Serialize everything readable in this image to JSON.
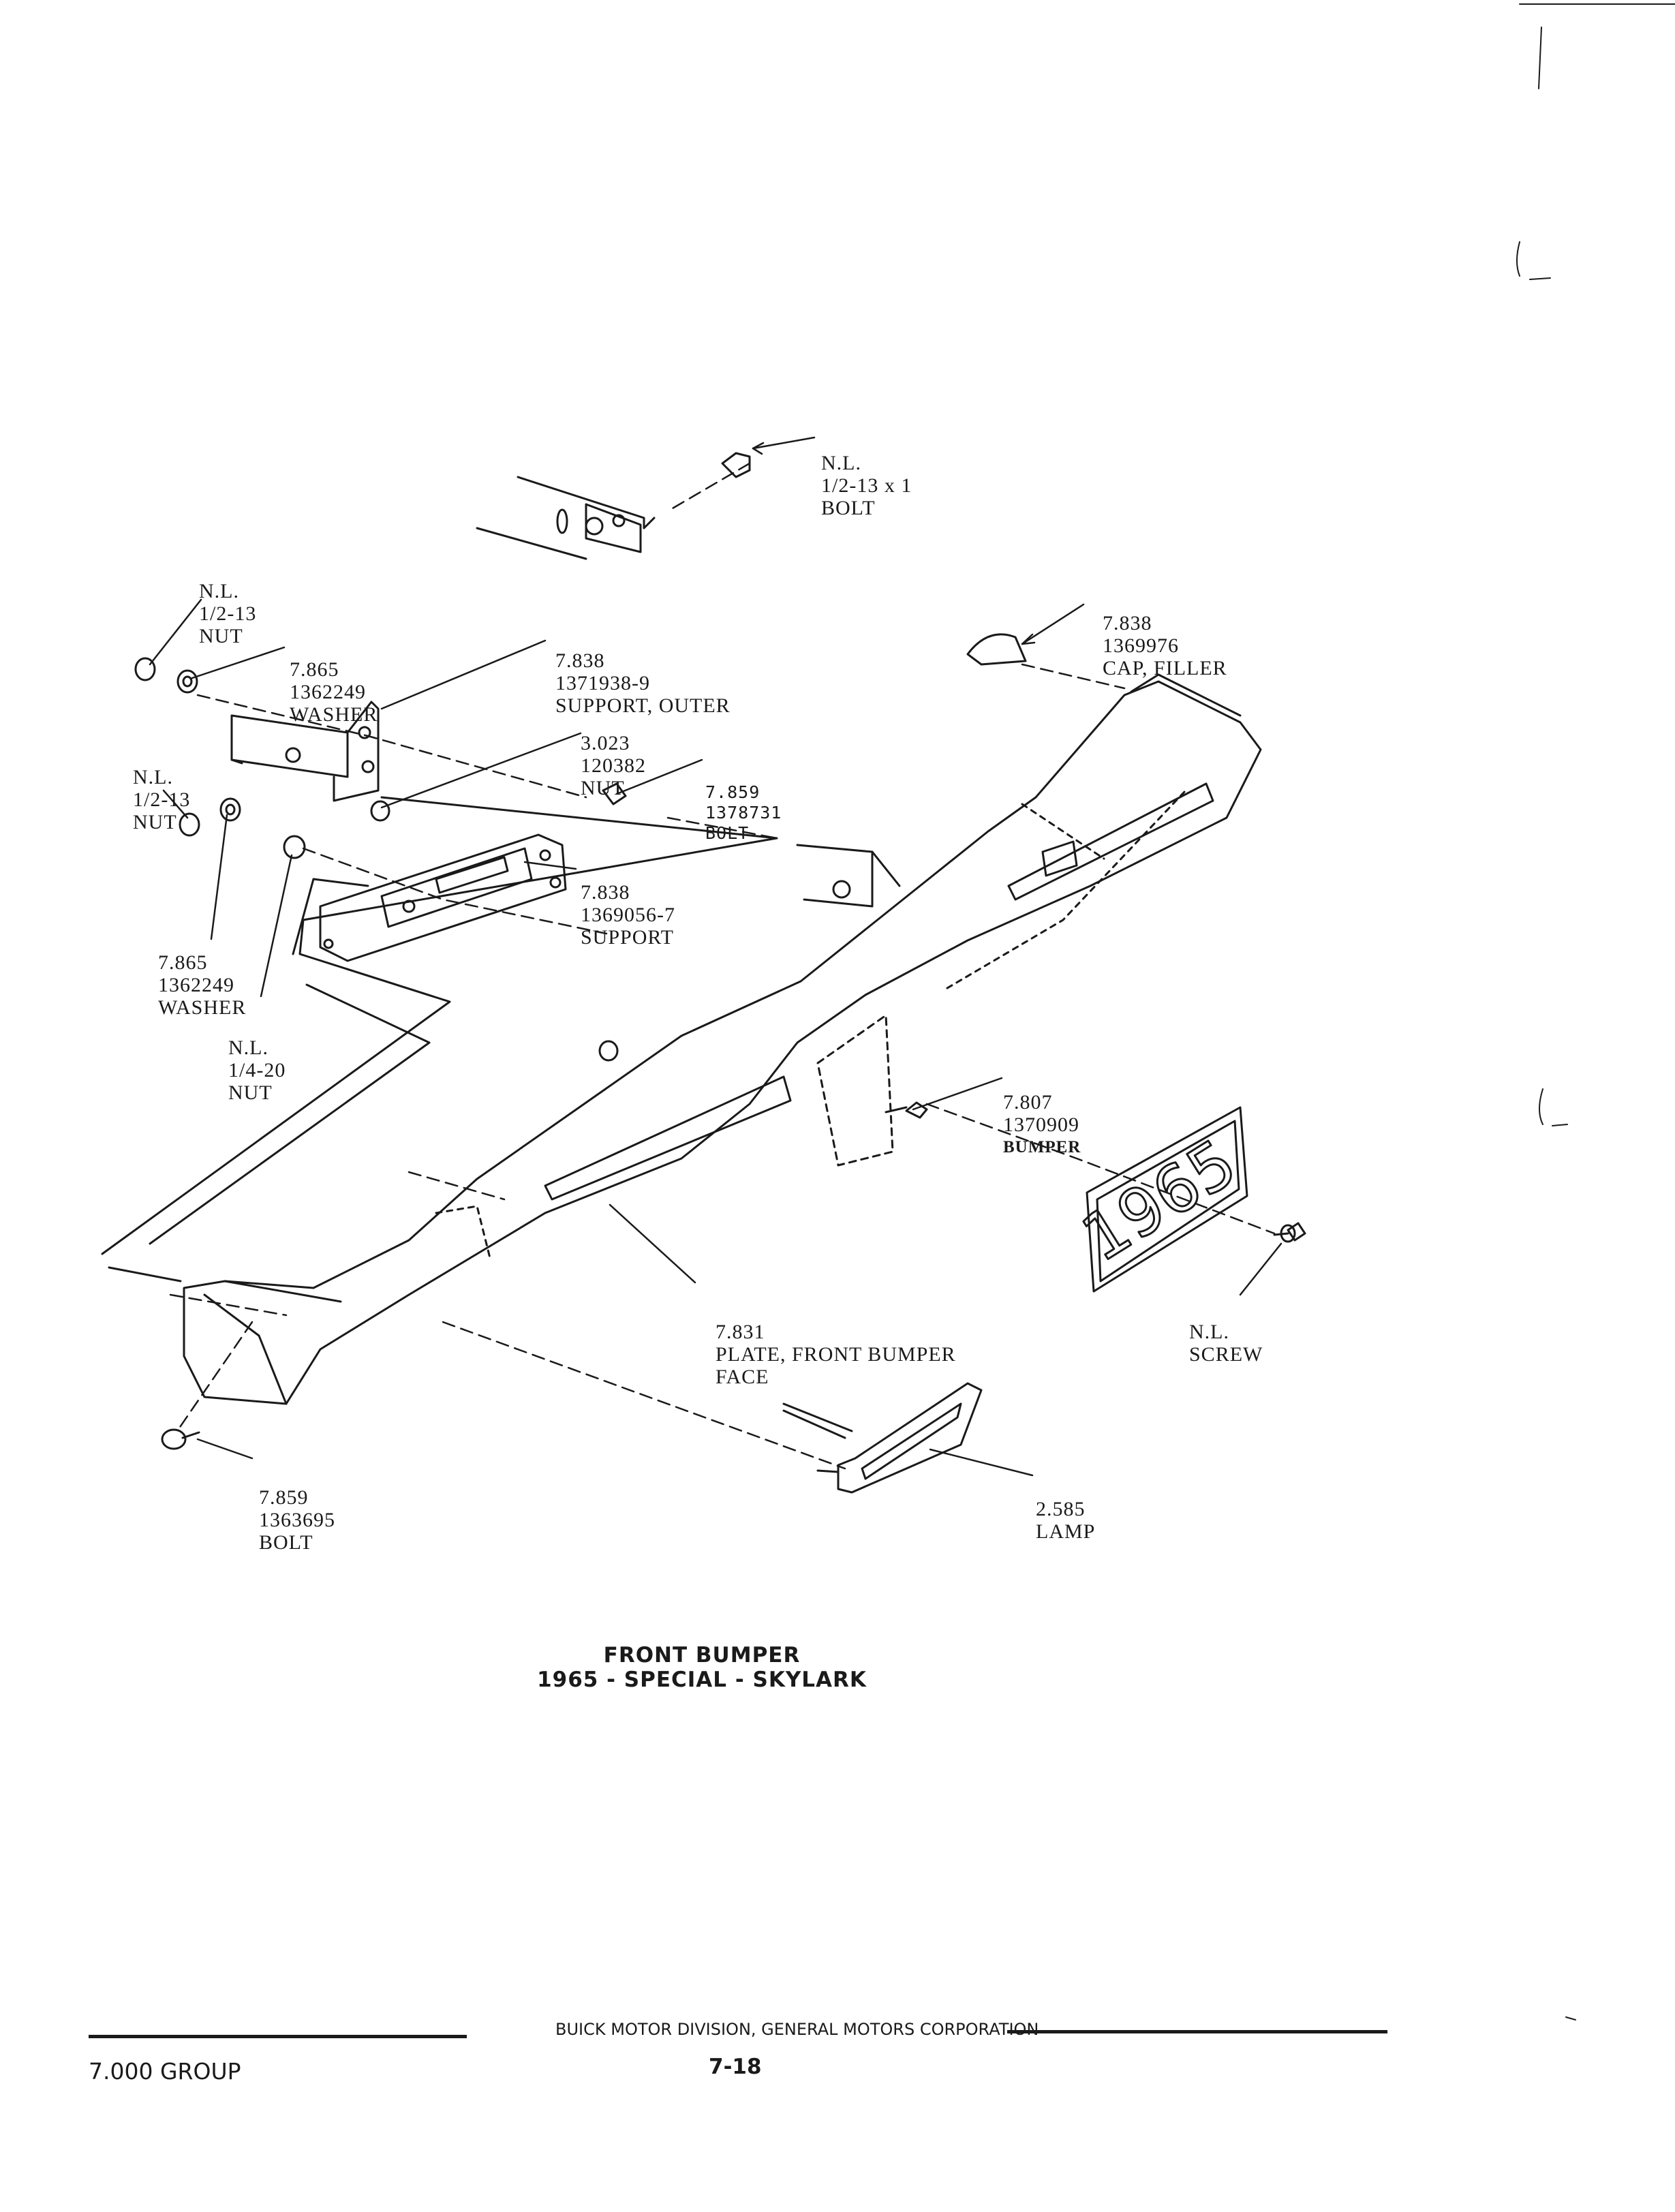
{
  "diagram": {
    "callouts": [
      {
        "id": "bolt-top",
        "lines": [
          "N.L.",
          "1/2-13 x 1",
          "BOLT"
        ]
      },
      {
        "id": "cap-filler",
        "lines": [
          "7.838",
          "1369976",
          "CAP, FILLER"
        ]
      },
      {
        "id": "nut-left-top",
        "lines": [
          "N.L.",
          "1/2-13",
          "NUT"
        ]
      },
      {
        "id": "washer-top",
        "lines": [
          "7.865",
          "1362249",
          "WASHER"
        ]
      },
      {
        "id": "support-outer",
        "lines": [
          "7.838",
          "1371938-9",
          "SUPPORT, OUTER"
        ]
      },
      {
        "id": "nut-3023",
        "lines": [
          "3.023",
          "120382",
          "NUT"
        ]
      },
      {
        "id": "bolt-1378731",
        "lines": [
          "7.859",
          "1378731",
          "BOLT"
        ]
      },
      {
        "id": "nut-left-mid",
        "lines": [
          "N.L.",
          "1/2-13",
          "NUT"
        ]
      },
      {
        "id": "support-1369056",
        "lines": [
          "7.838",
          "1369056-7",
          "SUPPORT"
        ]
      },
      {
        "id": "washer-mid",
        "lines": [
          "7.865",
          "1362249",
          "WASHER"
        ]
      },
      {
        "id": "nut-quarter",
        "lines": [
          "N.L.",
          "1/4-20",
          "NUT"
        ]
      },
      {
        "id": "bumper-1370909",
        "lines": [
          "7.807",
          "1370909",
          "BUMPER"
        ]
      },
      {
        "id": "plate-face",
        "lines": [
          "7.831",
          "PLATE, FRONT BUMPER",
          "FACE"
        ]
      },
      {
        "id": "screw",
        "lines": [
          "N.L.",
          "SCREW"
        ]
      },
      {
        "id": "bolt-1363695",
        "lines": [
          "7.859",
          "1363695",
          "BOLT"
        ]
      },
      {
        "id": "lamp",
        "lines": [
          "2.585",
          "LAMP"
        ]
      }
    ],
    "license_plate_text": "1965"
  },
  "caption": {
    "line1": "FRONT BUMPER",
    "line2": "1965 - SPECIAL - SKYLARK"
  },
  "footer": {
    "division": "BUICK MOTOR DIVISION, GENERAL MOTORS CORPORATION",
    "group": "7.000 GROUP",
    "page": "7-18"
  }
}
